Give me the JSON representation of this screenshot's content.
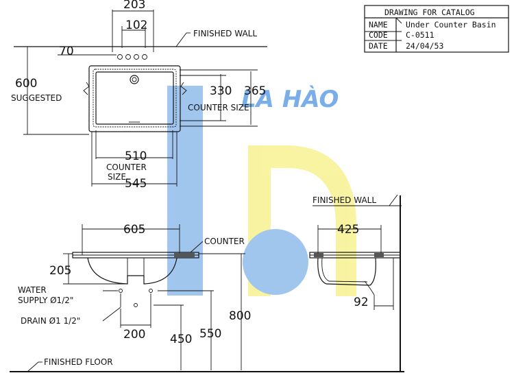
{
  "title_block": {
    "header": "DRAWING FOR CATALOG",
    "name_label": "NAME",
    "name_value": "Under Counter Basin",
    "code_label": "CODE",
    "code_value": "C-0511",
    "date_label": "DATE",
    "date_value": "24/04/53"
  },
  "watermark": {
    "text": "LA HÀO"
  },
  "plan_view": {
    "dim_203": "203",
    "dim_102": "102",
    "dim_70": "70",
    "finished_wall": "FINISHED WALL",
    "dim_600": "600",
    "suggested": "SUGGESTED",
    "dim_330": "330",
    "dim_365": "365",
    "counter_size_right": "COUNTER  SIZE",
    "dim_510": "510",
    "counter_size_bottom_1": "COUNTER",
    "counter_size_bottom_2": "SIZE",
    "dim_545": "545"
  },
  "front_view": {
    "dim_605": "605",
    "counter": "COUNTER",
    "dim_205": "205",
    "water_supply": "WATER",
    "water_supply_2": "SUPPLY Ø1/2\"",
    "drain": "DRAIN Ø1  1/2\"",
    "dim_200": "200",
    "dim_450": "450",
    "dim_550": "550",
    "dim_800": "800",
    "finished_floor": "FINISHED FLOOR"
  },
  "side_view": {
    "finished_wall": "FINISHED WALL",
    "dim_425": "425",
    "dim_92": "92"
  },
  "colors": {
    "line": "#111111",
    "watermark_blue": "#7aaee8",
    "watermark_yellow": "#f5ef7a"
  }
}
